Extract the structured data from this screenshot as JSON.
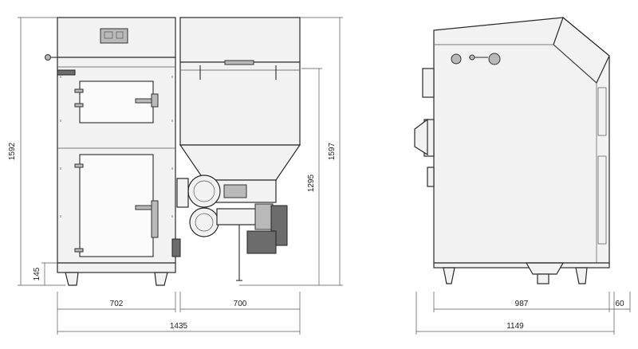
{
  "dimensions": {
    "front_total_height": "1592",
    "front_feet_height": "145",
    "boiler_width": "702",
    "hopper_width": "700",
    "front_total_width": "1435",
    "hopper_inlet_height": "1295",
    "hopper_total_height": "1597",
    "side_body_depth": "987",
    "side_overhang": "60",
    "side_total_depth": "1149"
  },
  "colors": {
    "line": "#2a2a2a",
    "fill": "#f2f2f2",
    "motor": "#6c6c6c"
  }
}
